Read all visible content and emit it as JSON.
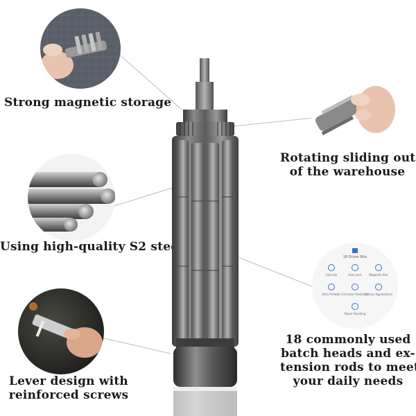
{
  "captions": {
    "magnetic": "Strong magnetic storage",
    "rotating": [
      "Rotating sliding out",
      "of the warehouse"
    ],
    "steel": "Using high-quality S2 steel",
    "bits": [
      "18 commonly used",
      "batch heads and ex-",
      "tension rods to meet",
      "your daily needs"
    ],
    "lever": [
      "Lever design with",
      "reinforced screws"
    ]
  },
  "feature_card": {
    "title": "18 Driver Bits",
    "items": [
      "Anti-slip",
      "Auto Lock",
      "Magnetic Bits",
      "Ultra Portable",
      "Corrosion Resistant",
      "Various Applications",
      "Power Boosting"
    ]
  },
  "colors": {
    "line": "#b9b9b9",
    "metal_dark": "#4a4a4a",
    "metal_mid": "#7c7c7c",
    "metal_light": "#c4c4c4",
    "icon_blue": "#3c6fc4"
  },
  "icons": [
    "magnetic-storage-photo",
    "rotating-hand-photo",
    "steel-rods-photo",
    "feature-card-icons",
    "lever-hand-photo",
    "screwdriver-product"
  ]
}
